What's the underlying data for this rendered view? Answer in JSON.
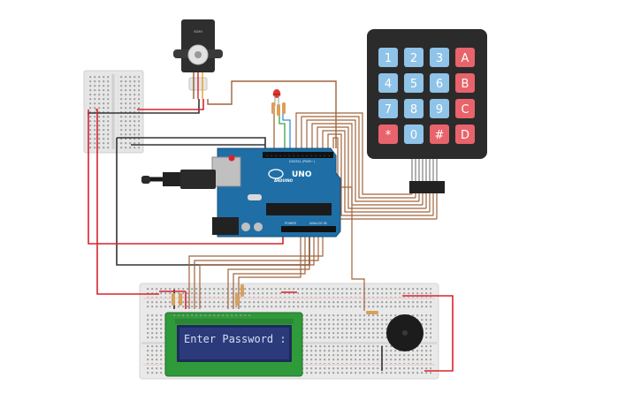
{
  "lcd": {
    "text": "Enter Password :"
  },
  "keypad": {
    "rows": [
      [
        "1",
        "2",
        "3",
        "A"
      ],
      [
        "4",
        "5",
        "6",
        "B"
      ],
      [
        "7",
        "8",
        "9",
        "C"
      ],
      [
        "*",
        "0",
        "#",
        "D"
      ]
    ],
    "colors": {
      "number": "#8fc3e8",
      "letter": "#e8636b",
      "frame": "#2b2b2b"
    }
  },
  "arduino": {
    "board_label": "UNO",
    "brand_label": "ARDUINO",
    "digital_label": "DIGITAL (PWM~)",
    "power_label": "POWER",
    "analog_label": "ANALOG IN",
    "color": "#1f6fa6"
  },
  "servo": {
    "label": "SG90"
  },
  "wire_colors": {
    "signal": "#a0643c",
    "power": "#d9232d",
    "ground": "#333333",
    "green": "#3aa24a",
    "blue": "#3b8fd8"
  }
}
